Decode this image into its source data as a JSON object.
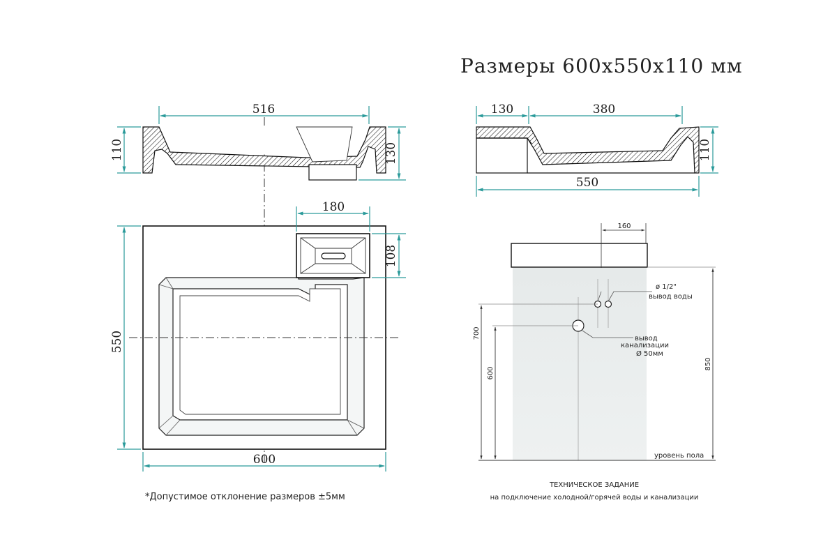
{
  "title": "Размеры 600x550x110 мм",
  "tolerance_note": "*Допустимое отклонение размеров ±5мм",
  "front_view": {
    "top_width": "516",
    "left_height": "110",
    "right_height": "130"
  },
  "side_view": {
    "left_segment": "130",
    "right_segment": "380",
    "total_width": "550",
    "height": "110"
  },
  "plan_view": {
    "drain_width": "180",
    "drain_depth": "108",
    "depth": "550",
    "width": "600"
  },
  "installation": {
    "offset": "160",
    "water_label_line1": "ø 1/2\"",
    "water_label_line2": "вывод воды",
    "drain_label_line1": "вывод",
    "drain_label_line2": "канализации",
    "drain_label_line3": "Ø 50мм",
    "height_water": "700",
    "height_drain": "600",
    "height_top": "850",
    "floor_label": "уровень пола",
    "caption_line1": "ТЕХНИЧЕСКОЕ ЗАДАНИЕ",
    "caption_line2": "на подключение холодной/горячей воды и канализации"
  }
}
